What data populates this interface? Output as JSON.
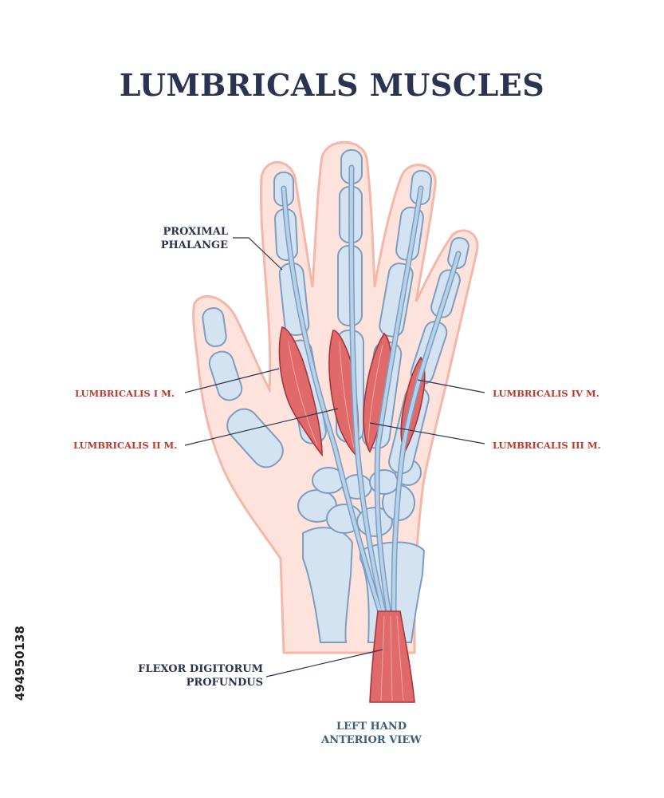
{
  "title": "LUMBRICALS MUSCLES",
  "labels": {
    "proximal_phalange": [
      "PROXIMAL",
      "PHALANGE"
    ],
    "lumbricalis_1": "LUMBRICALIS I M.",
    "lumbricalis_2": "LUMBRICALIS II M.",
    "lumbricalis_3": "LUMBRICALIS III M.",
    "lumbricalis_4": "LUMBRICALIS IV M.",
    "flexor": [
      "FLEXOR DIGITORUM",
      "PROFUNDUS"
    ],
    "view": [
      "LEFT HAND",
      "ANTERIOR VIEW"
    ]
  },
  "stock_id": "494950138",
  "colors": {
    "title": "#2b3353",
    "label_dark": "#2b3353",
    "label_red": "#c0392b",
    "view_label": "#3d5f7e",
    "skin": "#fde3dc",
    "skin_outline": "#f4b7aa",
    "bone": "#d3e3f2",
    "bone_outline": "#7e9dbf",
    "tendon": "#b5d2ea",
    "muscle": "#e06a6a",
    "muscle_outline": "#a8353a"
  }
}
